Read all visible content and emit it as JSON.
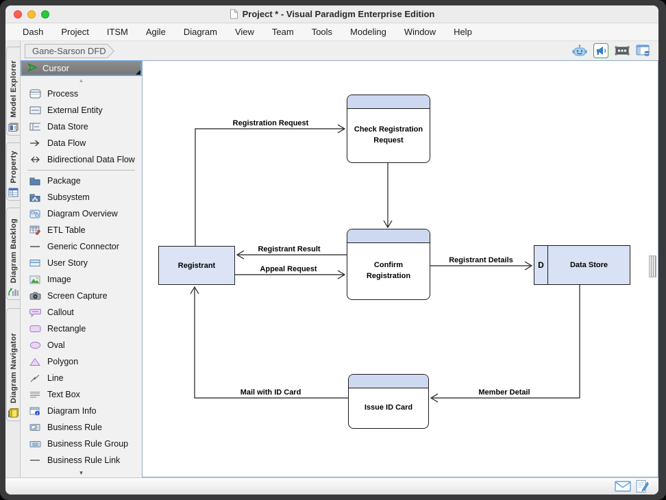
{
  "window": {
    "title": "Project * - Visual Paradigm Enterprise Edition",
    "icon": "document"
  },
  "menu": {
    "items": [
      {
        "label": "Dash"
      },
      {
        "label": "Project"
      },
      {
        "label": "ITSM"
      },
      {
        "label": "Agile"
      },
      {
        "label": "Diagram"
      },
      {
        "label": "View"
      },
      {
        "label": "Team"
      },
      {
        "label": "Tools"
      },
      {
        "label": "Modeling"
      },
      {
        "label": "Window"
      },
      {
        "label": "Help"
      }
    ]
  },
  "toolbar": {
    "breadcrumb": "Gane-Sarson DFD",
    "icons": [
      {
        "icon": "ai-assistant"
      },
      {
        "icon": "announcement"
      },
      {
        "icon": "fit-window"
      },
      {
        "icon": "panel-layout"
      }
    ]
  },
  "side_tabs": {
    "items": [
      {
        "label": "Model Explorer",
        "icon": "model-explorer"
      },
      {
        "label": "Property",
        "icon": "property"
      },
      {
        "label": "Diagram Backlog",
        "icon": "diagram-backlog"
      },
      {
        "label": "Diagram Navigator",
        "icon": "diagram-navigator"
      }
    ]
  },
  "palette": {
    "cursor": {
      "label": "Cursor",
      "icon": "cursor"
    },
    "scroll_up": "▲",
    "scroll_down": "▼",
    "items": [
      {
        "label": "Process",
        "icon": "process"
      },
      {
        "label": "External Entity",
        "icon": "external-entity"
      },
      {
        "label": "Data Store",
        "icon": "data-store"
      },
      {
        "label": "Data Flow",
        "icon": "data-flow"
      },
      {
        "label": "Bidirectional Data Flow",
        "icon": "bidirectional-data-flow",
        "separator_after": true
      },
      {
        "label": "Package",
        "icon": "package"
      },
      {
        "label": "Subsystem",
        "icon": "subsystem"
      },
      {
        "label": "Diagram Overview",
        "icon": "diagram-overview"
      },
      {
        "label": "ETL Table",
        "icon": "etl-table"
      },
      {
        "label": "Generic Connector",
        "icon": "generic-connector"
      },
      {
        "label": "User Story",
        "icon": "user-story"
      },
      {
        "label": "Image",
        "icon": "image"
      },
      {
        "label": "Screen Capture",
        "icon": "screen-capture"
      },
      {
        "label": "Callout",
        "icon": "callout"
      },
      {
        "label": "Rectangle",
        "icon": "rectangle"
      },
      {
        "label": "Oval",
        "icon": "oval"
      },
      {
        "label": "Polygon",
        "icon": "polygon"
      },
      {
        "label": "Line",
        "icon": "line"
      },
      {
        "label": "Text Box",
        "icon": "text-box"
      },
      {
        "label": "Diagram Info",
        "icon": "diagram-info"
      },
      {
        "label": "Business Rule",
        "icon": "business-rule"
      },
      {
        "label": "Business Rule Group",
        "icon": "business-rule-group"
      },
      {
        "label": "Business Rule Link",
        "icon": "business-rule-link"
      }
    ]
  },
  "canvas": {
    "processes": [
      {
        "label": "Check Registration Request"
      },
      {
        "label": "Confirm Registration"
      },
      {
        "label": "Issue ID Card"
      }
    ],
    "external_entity": {
      "label": "Registrant"
    },
    "data_store": {
      "id": "D",
      "label": "Data Store"
    },
    "flows": [
      {
        "label": "Registration Request"
      },
      {
        "label": "Registrant Result"
      },
      {
        "label": "Appeal Request"
      },
      {
        "label": "Registrant Details"
      },
      {
        "label": "Member Detail"
      },
      {
        "label": "Mail with ID Card"
      }
    ]
  },
  "status_bar": {
    "icons": [
      {
        "icon": "mail"
      },
      {
        "icon": "compose"
      }
    ]
  },
  "colors": {
    "selection_blue": "#6ca0dc",
    "process_header_fill": "#cdd9f0",
    "entity_fill": "#dbe3f4",
    "data_store_fill": "#d8e2f4",
    "cursor_green": "#3fae46",
    "traffic_red": "#ff5f57",
    "traffic_yellow": "#febc2e",
    "traffic_green": "#28c840",
    "window_frame": "#3a3a3c"
  }
}
